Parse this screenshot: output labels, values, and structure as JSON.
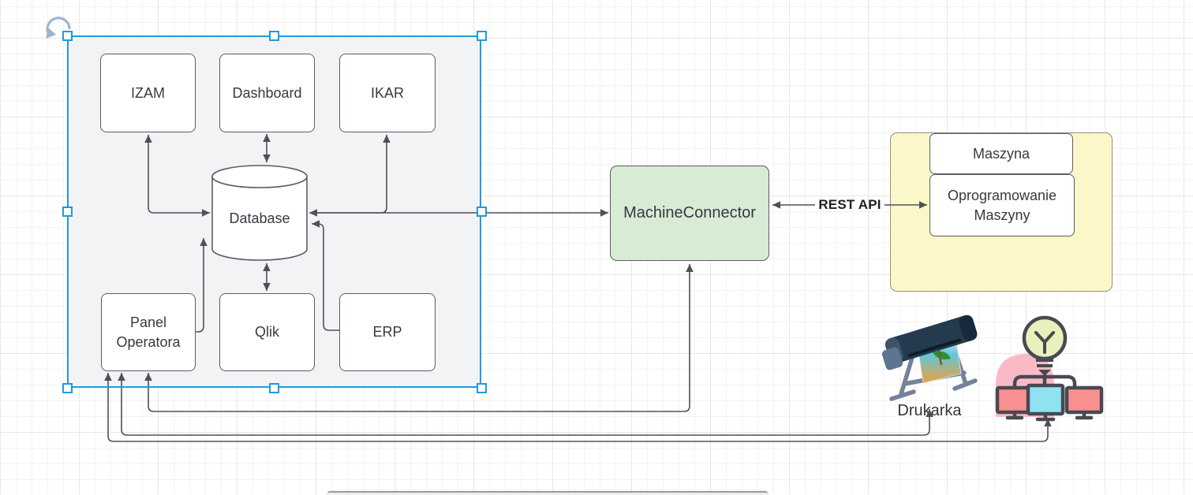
{
  "nodes": {
    "izam": "IZAM",
    "dashboard": "Dashboard",
    "ikar": "IKAR",
    "database": "Database",
    "panel": "Panel Operatora",
    "qlik": "Qlik",
    "erp": "ERP",
    "machine_connector": "MachineConnector",
    "maszyna": "Maszyna",
    "oprogramowanie": "Oprogramowanie Maszyny"
  },
  "labels": {
    "rest_api": "REST API",
    "drukarka": "Drukarka"
  },
  "icons": {
    "printer": "printer-plotter-icon",
    "network": "lightbulb-network-icon",
    "rotate": "rotate-handle-icon"
  },
  "colors": {
    "selection": "#1f9bdb",
    "group_fill": "#f2f3f5",
    "machine_connector_fill": "#d7ebd5",
    "machine_group_fill": "#fbf7c8",
    "edge": "#50505a",
    "node_border": "#5c5c66"
  }
}
